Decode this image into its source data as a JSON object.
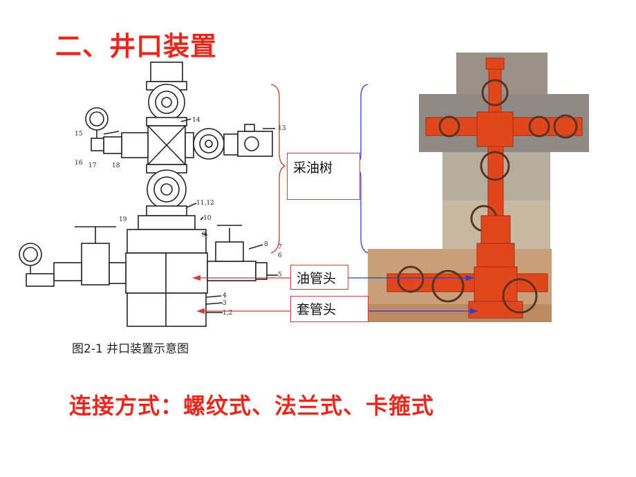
{
  "slide": {
    "title": "二、井口装置",
    "figure_caption": "图2-1 井口装置示意图",
    "connection_methods": "连接方式：螺纹式、法兰式、卡箍式"
  },
  "labels": {
    "christmas_tree": "采油树",
    "tubing_head": "油管头",
    "casing_head": "套管头"
  },
  "drawing_numbers": [
    "15",
    "16",
    "17",
    "18",
    "14",
    "13",
    "19",
    "11,12",
    "10",
    "9",
    "8",
    "7",
    "6",
    "5",
    "4",
    "3",
    "1,2"
  ],
  "colors": {
    "title": "#e8281c",
    "equipment_orange": "#e0471c",
    "box_border": "#d23a3a",
    "bracket": "#c0392b",
    "pointer_blue": "#2a3fd0"
  }
}
